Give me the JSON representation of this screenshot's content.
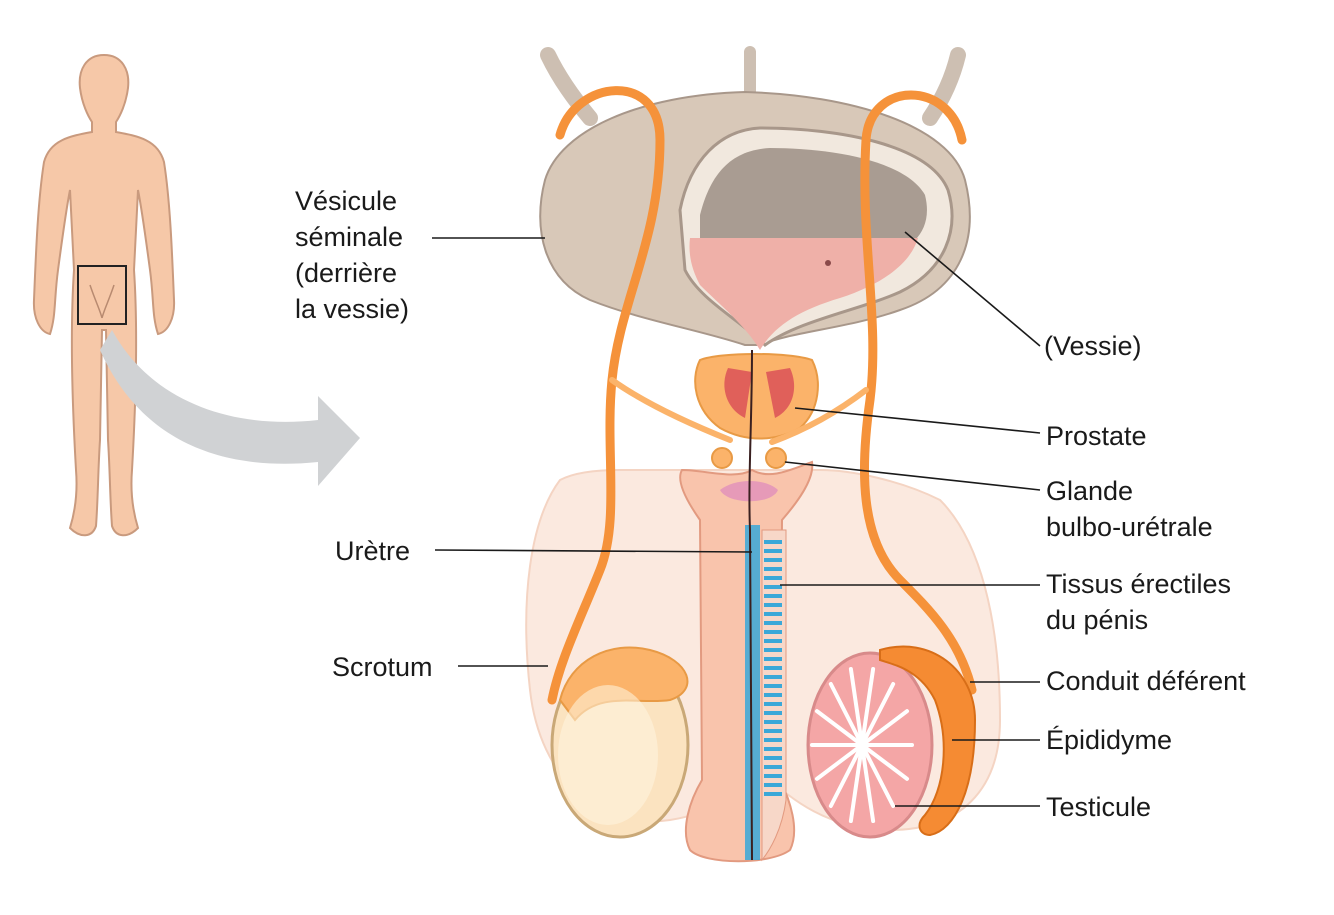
{
  "labels": {
    "vesicule": [
      "Vésicule",
      "séminale",
      "(derrière",
      "la vessie)"
    ],
    "vessie": "(Vessie)",
    "prostate": "Prostate",
    "glande": [
      "Glande",
      "bulbo-urétrale"
    ],
    "uretre": "Urètre",
    "tissus": [
      "Tissus érectiles",
      "du pénis"
    ],
    "scrotum": "Scrotum",
    "conduit": "Conduit déférent",
    "epididyme": "Épididyme",
    "testicule": "Testicule"
  },
  "colors": {
    "skin": "#f6c8a8",
    "skin_outline": "#c99a7e",
    "bladder": "#d8c8b8",
    "bladder_dark": "#a8978a",
    "bladder_inner": "#efb0a8",
    "duct": "#f5923a",
    "duct_light": "#fbb36a",
    "penis": "#f9c4ac",
    "erectile": "#3aa8d8",
    "testis": "#fbe3c0",
    "testis_section": "#f4a6a6",
    "epididymis": "#f58b33",
    "arrow": "#d0d2d4",
    "leader": "#1a1a1a"
  }
}
